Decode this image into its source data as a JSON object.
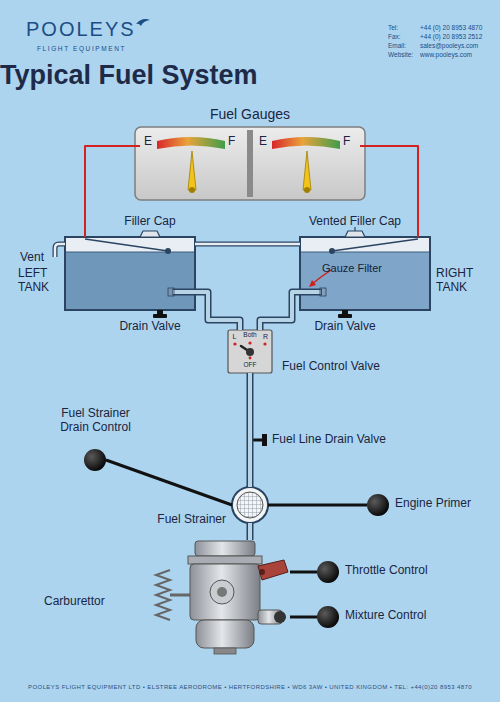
{
  "diagram": {
    "title": "Typical Fuel System",
    "nodes": [
      {
        "text": [
          "Fuel Gauges"
        ]
      },
      {
        "text": [
          "E",
          "F"
        ],
        "in": 0
      },
      {
        "text": [
          "E",
          "F"
        ],
        "in": 0
      },
      {
        "text": [
          "LEFT TANK"
        ]
      },
      {
        "text": [
          "RIGHT TANK"
        ]
      },
      {
        "text": [
          "Fuel Control Valve",
          "L",
          "Both",
          "R",
          "OFF"
        ]
      },
      {
        "text": [
          "Fuel Strainer Drain Control"
        ]
      },
      {
        "text": [
          "Fuel Strainer"
        ]
      },
      {
        "text": [
          "Engine Primer"
        ]
      },
      {
        "text": [
          "Carburettor"
        ]
      },
      {
        "text": [
          "Throttle Control"
        ]
      },
      {
        "text": [
          "Mixture Control"
        ]
      }
    ],
    "edges": [
      {
        "from": 1,
        "to": 3,
        "arrow": "none"
      },
      {
        "from": 2,
        "to": 4,
        "arrow": "none"
      },
      {
        "from": 3,
        "to": 4,
        "arrow": "none"
      },
      {
        "from": 3,
        "to": 5,
        "arrow": "none"
      },
      {
        "from": 4,
        "to": 5,
        "arrow": "none"
      },
      {
        "from": 5,
        "to": 7,
        "arrow": "none"
      },
      {
        "from": 6,
        "to": 7,
        "arrow": "none"
      },
      {
        "from": 7,
        "to": 8,
        "arrow": "none"
      },
      {
        "from": 7,
        "to": 9,
        "arrow": "none"
      },
      {
        "from": 9,
        "to": 10,
        "arrow": "none"
      },
      {
        "from": 9,
        "to": 11,
        "arrow": "none"
      }
    ],
    "labels": [
      "POOLEYS",
      "FLIGHT EQUIPMENT",
      "Tel:",
      "+44 (0) 20 8953 4870",
      "Fax:",
      "+44 (0) 20 8953 2512",
      "Email:",
      "sales@pooleys.com",
      "Website:",
      "www.pooleys.com",
      "Vent",
      "Filler Cap",
      "Vented Filler Cap",
      "Gauze Filter",
      "Drain Valve",
      "Drain Valve",
      "Fuel Line Drain Valve",
      "POOLEYS FLIGHT EQUIPMENT LTD • ELSTREE AERODROME • HERTFORDSHIRE • WD6 3AW • UNITED KINGDOM • TEL: +44(0)20 8953 4870"
    ]
  }
}
